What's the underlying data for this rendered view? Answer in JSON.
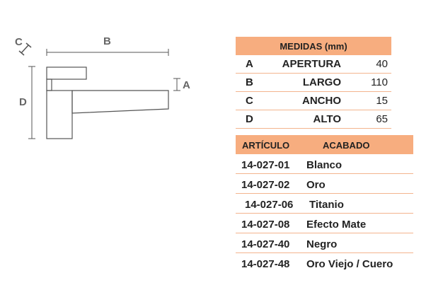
{
  "drawing": {
    "label_a": "A",
    "label_b": "B",
    "label_c": "C",
    "label_d": "D"
  },
  "medidas": {
    "title": "MEDIDAS (mm)",
    "rows": [
      {
        "letter": "A",
        "name": "APERTURA",
        "value": "40"
      },
      {
        "letter": "B",
        "name": "LARGO",
        "value": "110"
      },
      {
        "letter": "C",
        "name": "ANCHO",
        "value": "15"
      },
      {
        "letter": "D",
        "name": "ALTO",
        "value": "65"
      }
    ]
  },
  "articulos": {
    "header_code": "ARTÍCULO",
    "header_finish": "ACABADO",
    "rows": [
      {
        "code": "14-027-01",
        "finish": "Blanco"
      },
      {
        "code": "14-027-02",
        "finish": "Oro"
      },
      {
        "code": "14-027-06",
        "finish": "Titanio"
      },
      {
        "code": "14-027-08",
        "finish": "Efecto Mate"
      },
      {
        "code": "14-027-40",
        "finish": "Negro"
      },
      {
        "code": "14-027-48",
        "finish": "Oro Viejo / Cuero"
      }
    ]
  },
  "colors": {
    "header_fill": "#f7ad7f",
    "row_line": "#f3b48e",
    "drawing_stroke": "#555555",
    "dimension_text": "#666666"
  }
}
